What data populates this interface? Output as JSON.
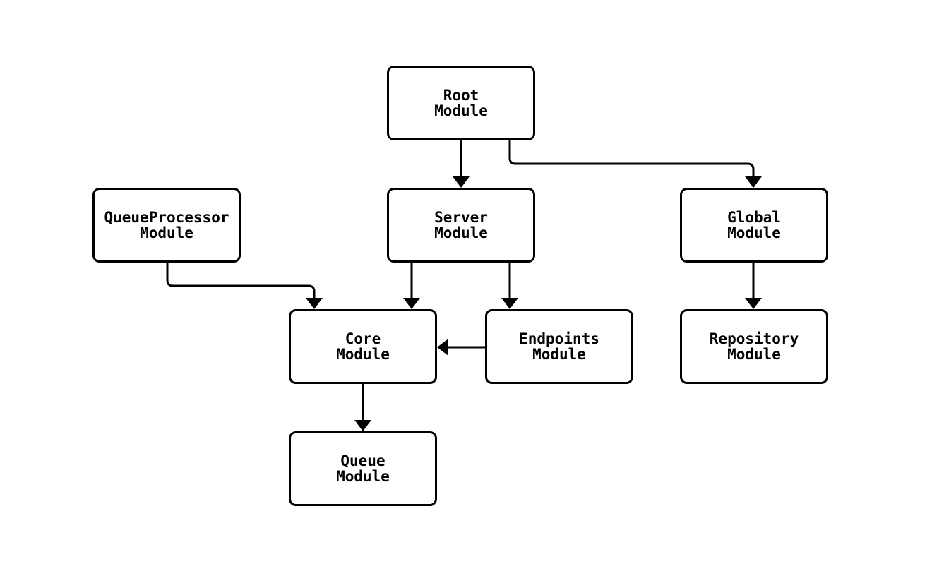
{
  "diagram": {
    "type": "module-dependency-flowchart",
    "background_color": "#ffffff",
    "node_fill_color": "#ffffff",
    "line_color": "#000000",
    "text_color": "#000000",
    "nodes": [
      {
        "id": "root",
        "label": "Root\nModule"
      },
      {
        "id": "queueprocessor",
        "label": "QueueProcessor\nModule"
      },
      {
        "id": "server",
        "label": "Server\nModule"
      },
      {
        "id": "global",
        "label": "Global\nModule"
      },
      {
        "id": "core",
        "label": "Core\nModule"
      },
      {
        "id": "endpoints",
        "label": "Endpoints\nModule"
      },
      {
        "id": "repository",
        "label": "Repository\nModule"
      },
      {
        "id": "queue",
        "label": "Queue\nModule"
      }
    ],
    "edges": [
      {
        "from": "root",
        "to": "server"
      },
      {
        "from": "root",
        "to": "global"
      },
      {
        "from": "queueprocessor",
        "to": "core"
      },
      {
        "from": "server",
        "to": "core"
      },
      {
        "from": "server",
        "to": "endpoints"
      },
      {
        "from": "endpoints",
        "to": "core"
      },
      {
        "from": "global",
        "to": "repository"
      },
      {
        "from": "core",
        "to": "queue"
      }
    ]
  }
}
